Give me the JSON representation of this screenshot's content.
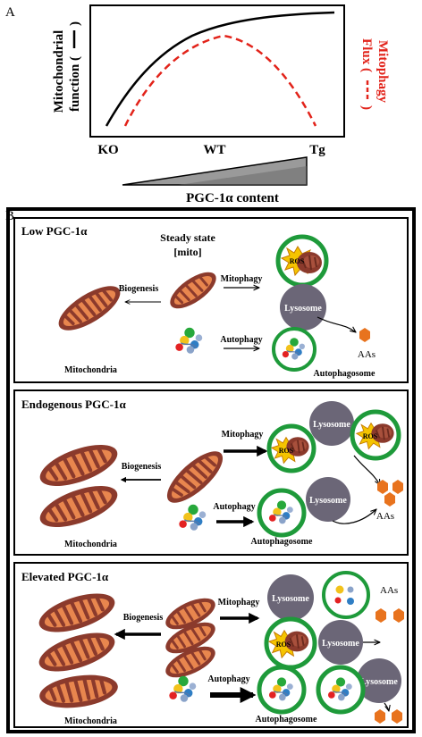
{
  "panel_a": {
    "letter": "A",
    "y_label_left_line1": "Mitochondrial",
    "y_label_left_line2": "function (",
    "y_label_left_line2b": ")",
    "y_label_right_line1": "Mitophagy",
    "y_label_right_line2": "Flux (",
    "y_label_right_line2b": ")",
    "x_ticks": [
      "KO",
      "WT",
      "Tg"
    ],
    "gradient_label": "PGC-1α content",
    "colors": {
      "function": "#000000",
      "mitophagy": "#e2231a"
    }
  },
  "panel_b": {
    "letter": "B",
    "boxes": [
      {
        "title": "Low PGC-1α",
        "steady_state_line1": "Steady state",
        "steady_state_line2": "[mito]",
        "biogenesis": "Biogenesis",
        "mitophagy": "Mitophagy",
        "autophagy": "Autophagy",
        "lysosome": "Lysosome",
        "ros": "ROS",
        "aas": "AAs",
        "mitochondria": "Mitochondria",
        "autophagosome": "Autophagosome"
      },
      {
        "title": "Endogenous PGC-1α",
        "biogenesis": "Biogenesis",
        "mitophagy": "Mitophagy",
        "autophagy": "Autophagy",
        "lysosome_1": "Lysosome",
        "lysosome_2": "Lysosome",
        "ros_1": "ROS",
        "ros_2": "ROS",
        "aas": "AAs",
        "mitochondria": "Mitochondria",
        "autophagosome": "Autophagosome"
      },
      {
        "title": "Elevated PGC-1α",
        "biogenesis": "Biogenesis",
        "mitophagy": "Mitophagy",
        "autophagy": "Autophagy",
        "lysosome_1": "Lysosome",
        "lysosome_2": "Lysosome",
        "lysosome_3": "Lysosome",
        "ros": "ROS",
        "aas": "AAs",
        "mitochondria": "Mitochondria",
        "autophagosome": "Autophagosome"
      }
    ]
  },
  "colors": {
    "mito_outer": "#8b3a2c",
    "mito_inner": "#e8864e",
    "lysosome": "#6b6677",
    "autophagosome_ring": "#1e9a3a",
    "ros_burst": "#f5c400",
    "aa_hexagon": "#e8731e",
    "box_border": "#000000"
  }
}
